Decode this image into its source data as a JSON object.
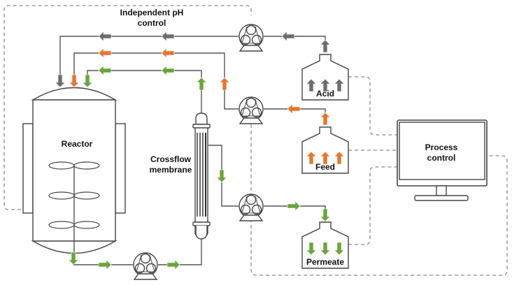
{
  "labels": {
    "ph_control_line1": "Independent pH",
    "ph_control_line2": "control",
    "reactor": "Reactor",
    "membrane_line1": "Crossflow",
    "membrane_line2": "membrane",
    "acid": "Acid",
    "feed": "Feed",
    "permeate": "Permeate",
    "process_control_line1": "Process",
    "process_control_line2": "control"
  },
  "colors": {
    "acid": "#6d6d6d",
    "feed": "#e8762d",
    "permeate": "#6aa53a",
    "line": "#555555",
    "control_dash": "#8a8a8a"
  },
  "streams": [
    {
      "name": "acid",
      "from": "Acid tank",
      "to": "Reactor",
      "color_key": "acid"
    },
    {
      "name": "feed",
      "from": "Feed tank",
      "to": "Reactor",
      "color_key": "feed"
    },
    {
      "name": "retentate",
      "from": "Crossflow membrane",
      "to": "Reactor",
      "color_key": "permeate"
    },
    {
      "name": "permeate",
      "from": "Crossflow membrane",
      "to": "Permeate tank",
      "color_key": "permeate"
    },
    {
      "name": "recirculation",
      "from": "Reactor",
      "to": "Crossflow membrane",
      "color_key": "permeate"
    }
  ]
}
